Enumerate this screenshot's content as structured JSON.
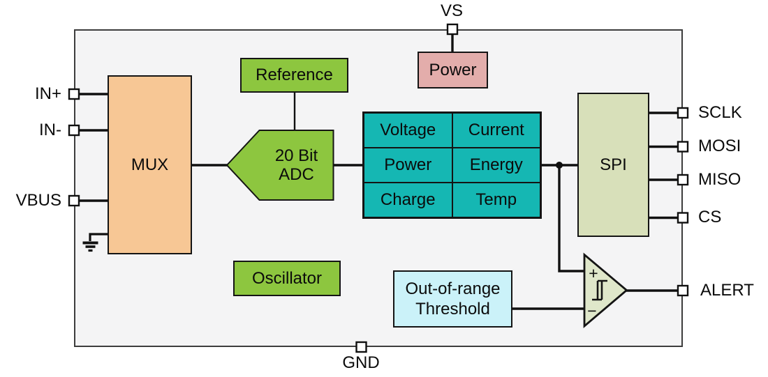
{
  "pins": {
    "top": {
      "vs": "VS"
    },
    "bottom": {
      "gnd": "GND"
    },
    "left": {
      "in_plus": "IN+",
      "in_minus": "IN-",
      "vbus": "VBUS"
    },
    "right": {
      "sclk": "SCLK",
      "mosi": "MOSI",
      "miso": "MISO",
      "cs": "CS",
      "alert": "ALERT"
    }
  },
  "blocks": {
    "mux": {
      "label": "MUX"
    },
    "reference": {
      "label": "Reference"
    },
    "adc": {
      "line1": "20 Bit",
      "line2": "ADC"
    },
    "oscillator": {
      "label": "Oscillator"
    },
    "power": {
      "label": "Power"
    },
    "spi": {
      "label": "SPI"
    },
    "threshold": {
      "line1": "Out-of-range",
      "line2": "Threshold"
    },
    "comparator": {
      "plus": "+",
      "minus": "−"
    }
  },
  "registers": {
    "cells": [
      "Voltage",
      "Current",
      "Power",
      "Energy",
      "Charge",
      "Temp"
    ]
  },
  "colors": {
    "chip_bg": "#f4f4f5",
    "chip_border": "#3d3d3d",
    "wire": "#101010",
    "mux_fill": "#f7c795",
    "green_fill": "#8dc63f",
    "power_fill": "#e3adab",
    "registers_fill": "#15b7b3",
    "spi_fill": "#d8e0ba",
    "comparator_fill": "#dfe7ca",
    "threshold_fill": "#cbf2f9",
    "pin_fill": "#ffffff"
  }
}
